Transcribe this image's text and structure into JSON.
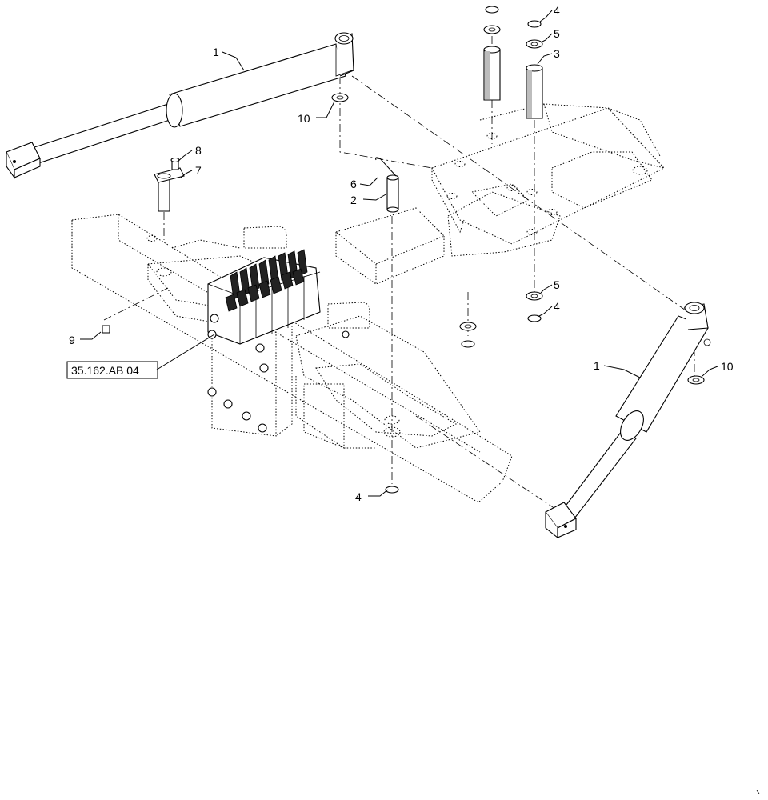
{
  "callouts": [
    {
      "id": "c1a",
      "label": "1"
    },
    {
      "id": "c1b",
      "label": "1"
    },
    {
      "id": "c2",
      "label": "2"
    },
    {
      "id": "c3",
      "label": "3"
    },
    {
      "id": "c4a",
      "label": "4"
    },
    {
      "id": "c4b",
      "label": "4"
    },
    {
      "id": "c4c",
      "label": "4"
    },
    {
      "id": "c5a",
      "label": "5"
    },
    {
      "id": "c5b",
      "label": "5"
    },
    {
      "id": "c6",
      "label": "6"
    },
    {
      "id": "c7",
      "label": "7"
    },
    {
      "id": "c8",
      "label": "8"
    },
    {
      "id": "c9",
      "label": "9"
    },
    {
      "id": "c10a",
      "label": "10"
    },
    {
      "id": "c10b",
      "label": "10"
    }
  ],
  "reference": {
    "label": "35.162.AB 04"
  }
}
